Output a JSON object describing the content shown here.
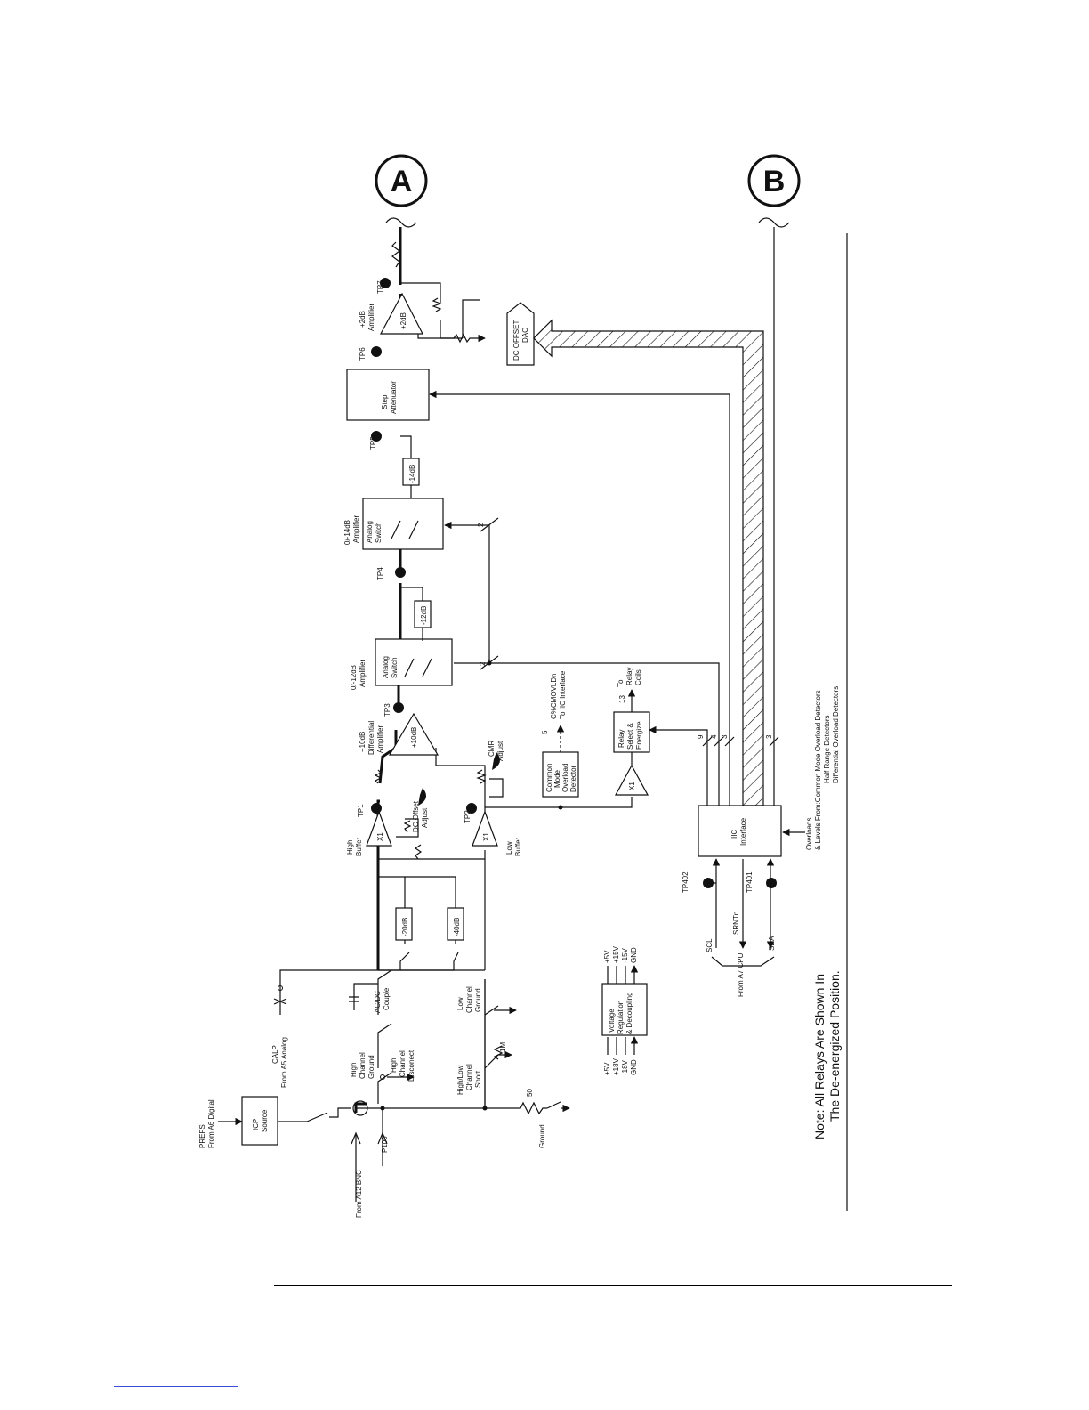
{
  "bubbles": {
    "a": "A",
    "b": "B"
  },
  "tp": {
    "tp1": "TP1",
    "tp2": "TP2",
    "tp3": "TP3",
    "tp4": "TP4",
    "tp5": "TP5",
    "tp6": "TP6",
    "tp7": "TP7",
    "tp401": "TP401",
    "tp402": "TP402"
  },
  "inputs": {
    "a12_bnc": "From A12 BNC",
    "p100": "P100",
    "prefs_1": "PREFS",
    "prefs_2": "From A6 Digital",
    "calp_1": "CALP",
    "calp_2": "From A5 Analog",
    "ground": "Ground",
    "r50": "50"
  },
  "blocks": {
    "icp_1": "ICP",
    "icp_2": "Source",
    "hi_gnd_1": "High",
    "hi_gnd_2": "Channel",
    "hi_gnd_3": "Ground",
    "hi_disc_1": "High",
    "hi_disc_2": "Channel",
    "hi_disc_3": "Disconect",
    "acdc_1": "AC/DC",
    "acdc_2": "Couple",
    "att20": "-20dB",
    "att40": "-40dB",
    "hilo_1": "High/Low",
    "hilo_2": "Channel",
    "hilo_3": "Short",
    "r1m": "1M",
    "lo_gnd_1": "Low",
    "lo_gnd_2": "Channel",
    "lo_gnd_3": "Ground",
    "hibuf_1": "High",
    "hibuf_2": "Buffer",
    "lobuf_1": "Low",
    "lobuf_2": "Buffer",
    "x1": "X1",
    "dcoff_1": "DC Offset",
    "dcoff_2": "Adjust",
    "cmr_1": "CMR",
    "cmr_2": "Adjust",
    "diff_1": "+10dB",
    "diff_2": "Differential",
    "diff_3": "Amplifier",
    "diff_gain": "+10dB",
    "cmod_1": "Common",
    "cmod_2": "Mode",
    "cmod_3": "Overload",
    "cmod_4": "Detector",
    "cmovl_1": "C%CMOVLDn",
    "cmovl_2": "To IIC Interface",
    "bus5": "5",
    "relay_1": "Relay",
    "relay_2": "Select &",
    "relay_3": "Energize",
    "relay_out_1": "To",
    "relay_out_2": "Relay",
    "relay_out_3": "Coils",
    "bus13": "13",
    "amp12_1": "0/-12dB",
    "amp12_2": "Amplifier",
    "amp14_1": "0/-14dB",
    "amp14_2": "Amplifier",
    "aswitch_1": "Analog",
    "aswitch_2": "Switch",
    "g12": "-12dB",
    "g14": "-14dB",
    "bus2": "2",
    "step_1": "Step",
    "step_2": "Attenuator",
    "amp2_1": "+2dB",
    "amp2_2": "Amplifier",
    "amp2_gain": "+2dB",
    "dac_1": "DC OFFSET",
    "dac_2": "DAC",
    "iic_1": "IIC",
    "iic_2": "Interface",
    "bus9": "9",
    "bus4": "4",
    "bus3": "3",
    "scl": "SCL",
    "srqn": "SRNTn",
    "sda": "SDA",
    "a7cpu": "From A7 CPU",
    "ovl_1": "Overloads",
    "ovl_2": "& Levels From:Common Mode Overload Detectors",
    "ovl_3": "Half Range Detectors",
    "ovl_4": "Differential Overload Detectors",
    "volt_1": "Voltage",
    "volt_2": "Regulation",
    "volt_3": "& Decoupling",
    "vin_1": "+5V",
    "vin_2": "+18V",
    "vin_3": "-18V",
    "vin_4": "GND",
    "vout_1": "+5V",
    "vout_2": "+15V",
    "vout_3": "-15V",
    "vout_4": "GND"
  },
  "note": {
    "line1": "Note: All Relays Are Shown In",
    "line2": "The De-energized Position."
  }
}
